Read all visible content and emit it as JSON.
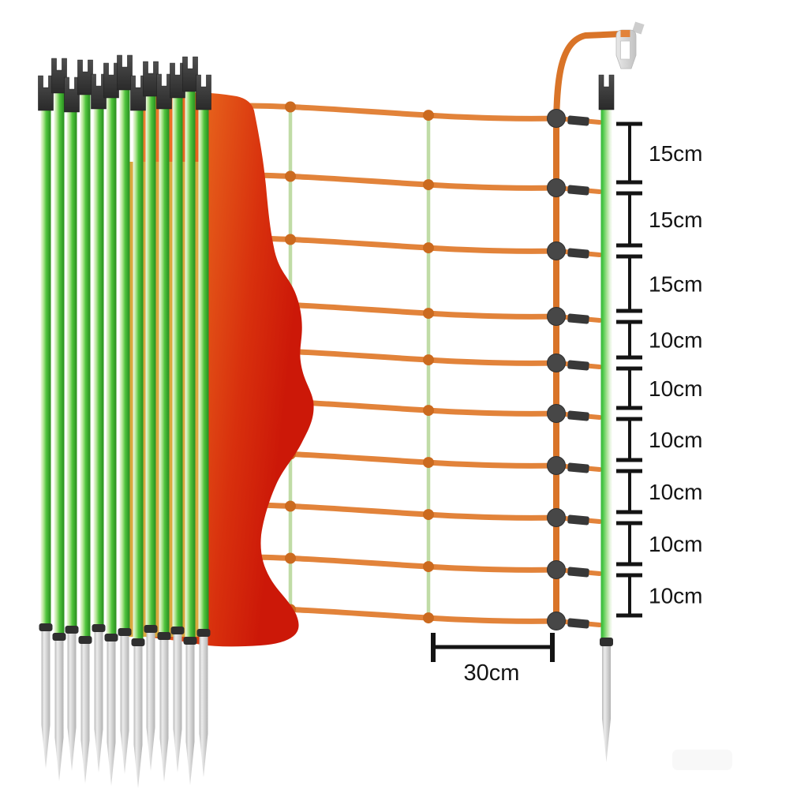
{
  "diagram": {
    "kind": "electric-fence-netting-product-diagram",
    "measurements": {
      "row_segments": [
        "15cm",
        "15cm",
        "15cm",
        "10cm",
        "10cm",
        "10cm",
        "10cm",
        "10cm",
        "10cm"
      ],
      "bottom_scale_label": "30cm"
    },
    "counts": {
      "bundle_posts": 13,
      "mesh_horizontal_wires": 10,
      "mesh_vertical_strings": 2,
      "right_posts": 1
    },
    "colors": {
      "background": "#ffffff",
      "wire_orange": "#e2833a",
      "wire_orange_dark": "#d97428",
      "knot_orange": "#cb6a1f",
      "knot_dark": "#474747",
      "knot_dark_edge": "#303030",
      "string_green": "#c0dca6",
      "roll_orange": "#ef8130",
      "roll_mid": "#e55d1a",
      "roll_red": "#cc1808",
      "gold_band": "#d9a93e",
      "post_pale": "#f0f8e8",
      "post_light_green": "#b8e89a",
      "post_green": "#4fc43c",
      "post_green_dark": "#2b8f20",
      "right_post_green": "#35b437",
      "right_post_pale": "#f6fbf2",
      "cap_light": "#4e4e4e",
      "cap_dark": "#2a2a2a",
      "collar_black": "#2f2f2f",
      "clip_black": "#383838",
      "spike_light": "#ececec",
      "spike_gray": "#b8b8b8",
      "connector_light": "#e8e8e8",
      "connector_gray": "#c2c2c2",
      "measure_ink": "#141414",
      "watermark": "#f8f8f8"
    }
  }
}
